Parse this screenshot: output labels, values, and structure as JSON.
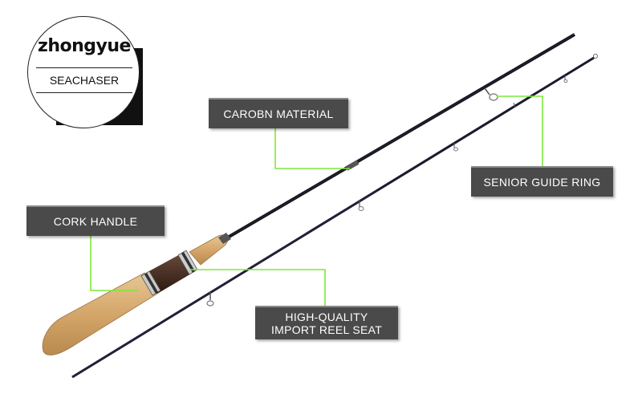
{
  "logo": {
    "brand": "zhongyue",
    "subbrand": "SEACHASER"
  },
  "callouts": {
    "carbon_material": "CAROBN MATERIAL",
    "senior_guide_ring": "SENIOR GUIDE RING",
    "cork_handle": "CORK HANDLE",
    "reel_seat_line1": "HIGH-QUALITY",
    "reel_seat_line2": "IMPORT REEL SEAT"
  },
  "colors": {
    "label_bg": "#4a4a4a",
    "leader_line": "#7ee83a",
    "blank_dark": "#1c1c2a",
    "blank_blue": "#2c2a55",
    "cork": "#d9b07a"
  }
}
